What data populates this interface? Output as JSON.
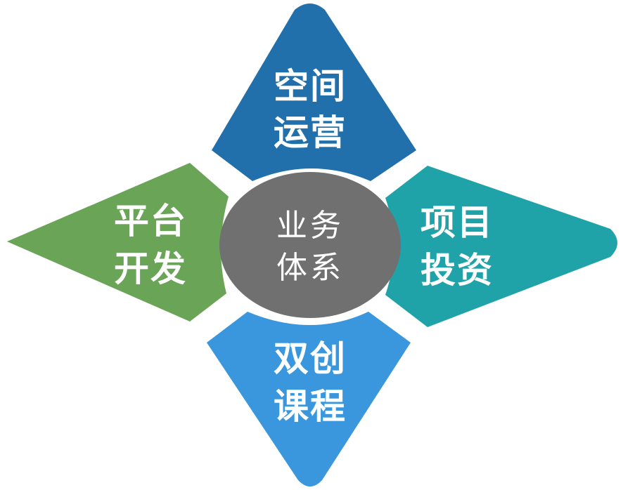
{
  "center": {
    "line1": "业务",
    "line2": "体系",
    "color": "#707070"
  },
  "petals": {
    "top": {
      "line1": "空间",
      "line2": "运营",
      "color": "#2270ab"
    },
    "right": {
      "line1": "项目",
      "line2": "投资",
      "color": "#1fa3a8"
    },
    "bottom": {
      "line1": "双创",
      "line2": "课程",
      "color": "#3a97dd"
    },
    "left": {
      "line1": "平台",
      "line2": "开发",
      "color": "#6aa456"
    }
  }
}
